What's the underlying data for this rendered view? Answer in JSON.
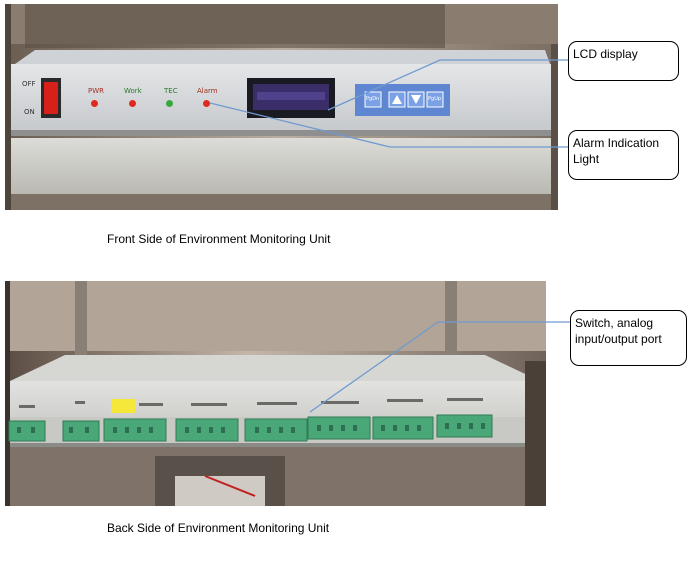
{
  "front": {
    "caption": "Front Side of Environment Monitoring Unit",
    "panel_labels": {
      "off": "OFF",
      "on": "ON",
      "pwr": "PWR",
      "work": "Work",
      "tec": "TEC",
      "alarm": "Alarm"
    },
    "buttons": {
      "pgdn": "PgDn",
      "pgup": "PgUp"
    },
    "callouts": {
      "lcd": "LCD display",
      "alarm_light": "Alarm Indication Light"
    }
  },
  "back": {
    "caption": "Back Side of Environment Monitoring Unit",
    "callouts": {
      "ports": "Switch, analog input/output port"
    }
  },
  "colors": {
    "callout_line": "#6f9ad0",
    "led_red": "#e0281c",
    "led_green": "#3aa83a",
    "lcd_blue": "#5a78c8",
    "terminal_green": "#4aa878"
  }
}
